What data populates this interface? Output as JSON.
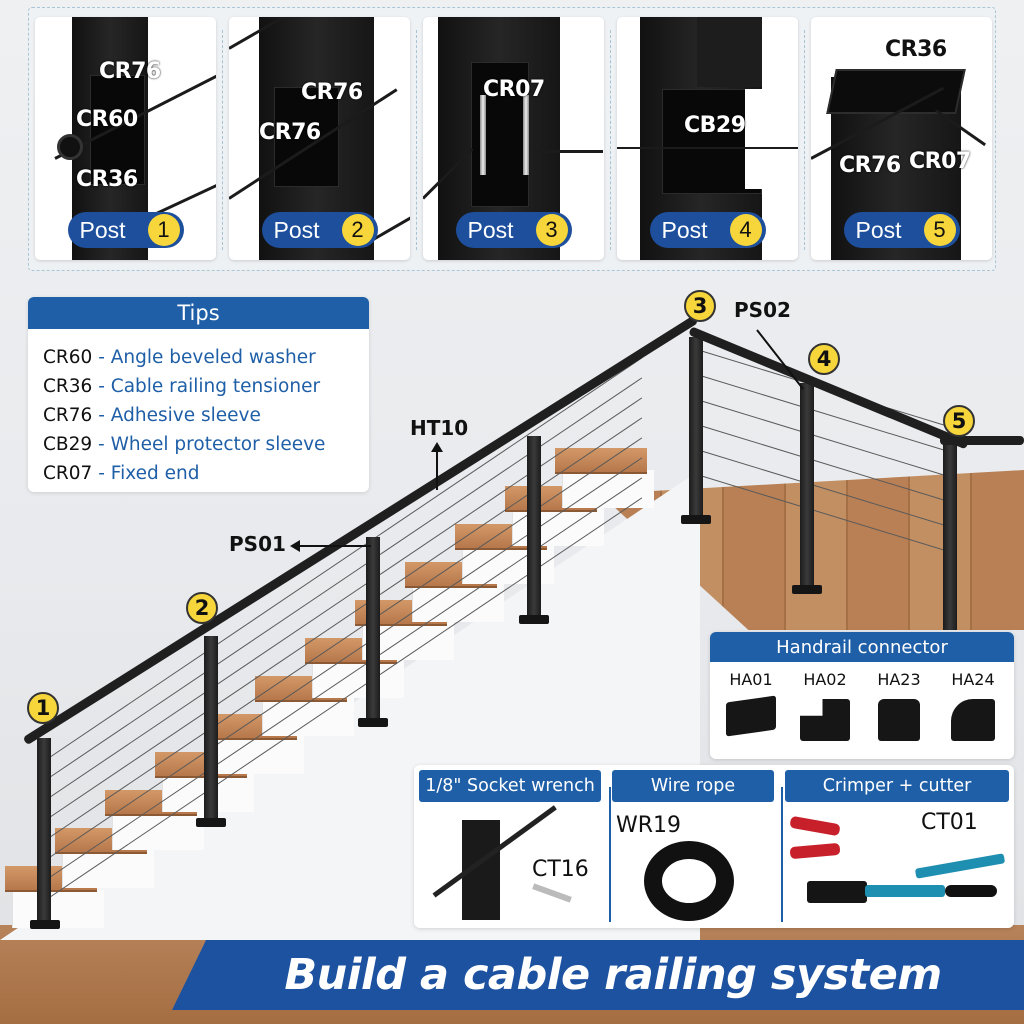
{
  "posts": [
    {
      "label": "Post",
      "number": "1",
      "parts": [
        "CR76",
        "CR60",
        "CR36"
      ]
    },
    {
      "label": "Post",
      "number": "2",
      "parts": [
        "CR76",
        "CR76"
      ]
    },
    {
      "label": "Post",
      "number": "3",
      "parts": [
        "CR07"
      ]
    },
    {
      "label": "Post",
      "number": "4",
      "parts": [
        "CB29"
      ]
    },
    {
      "label": "Post",
      "number": "5",
      "parts": [
        "CR36",
        "CR76",
        "CR07"
      ]
    }
  ],
  "tips": {
    "title": "Tips",
    "items": [
      {
        "code": "CR60",
        "sep": "-",
        "desc": "Angle beveled washer"
      },
      {
        "code": "CR36",
        "sep": "-",
        "desc": "Cable railing tensioner"
      },
      {
        "code": "CR76",
        "sep": "-",
        "desc": "Adhesive sleeve"
      },
      {
        "code": "CB29",
        "sep": "-",
        "desc": "Wheel protector sleeve"
      },
      {
        "code": "CR07",
        "sep": "-",
        "desc": "Fixed end"
      }
    ]
  },
  "scene": {
    "markers": [
      "1",
      "2",
      "3",
      "4",
      "5"
    ],
    "callouts": {
      "handrail": "HT10",
      "post_stair": "PS01",
      "post_landing": "PS02"
    }
  },
  "handrail_connector": {
    "title": "Handrail connector",
    "items": [
      "HA01",
      "HA02",
      "HA23",
      "HA24"
    ]
  },
  "tools": [
    {
      "title": "1/8\" Socket wrench",
      "code": "CT16"
    },
    {
      "title": "Wire rope",
      "code": "WR19"
    },
    {
      "title": "Crimper + cutter",
      "code": "CT01"
    }
  ],
  "banner": {
    "text": "Build a cable railing system"
  },
  "colors": {
    "brand_blue": "#1f5fa7",
    "badge_yellow": "#f6d63a",
    "post_black": "#161616"
  }
}
